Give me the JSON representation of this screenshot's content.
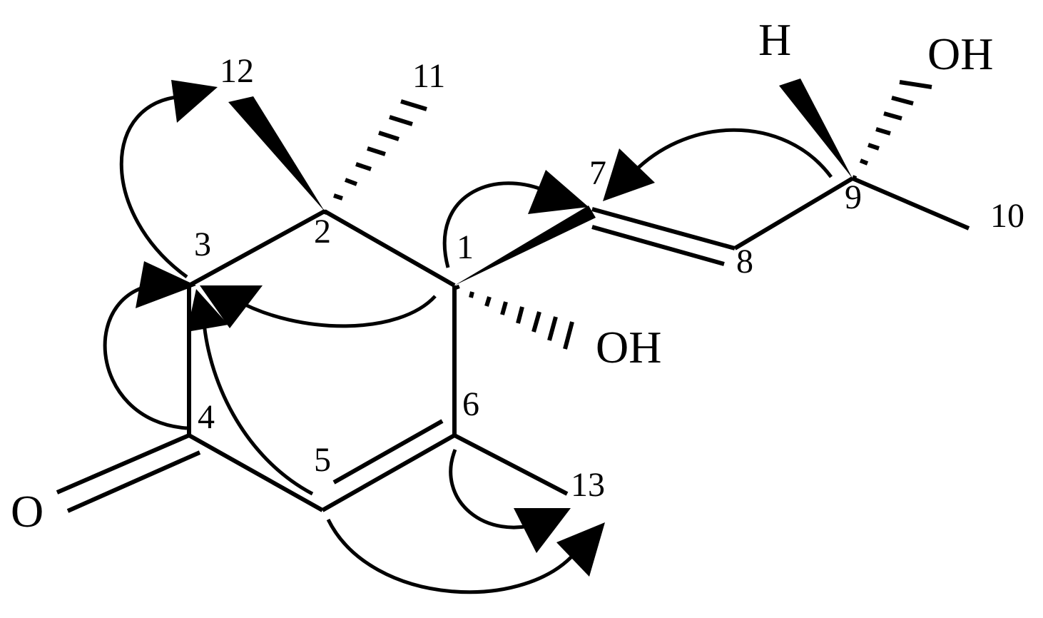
{
  "molecule": {
    "labels": {
      "c1": "1",
      "c2": "2",
      "c3": "3",
      "c4": "4",
      "c5": "5",
      "c6": "6",
      "c7": "7",
      "c8": "8",
      "c9": "9",
      "c10": "10",
      "c11": "11",
      "c12": "12",
      "c13": "13"
    },
    "atoms": {
      "carbonyl_o": "O",
      "c1_oh": "OH",
      "c9_oh": "OH",
      "c9_h": "H"
    }
  },
  "correlations": [
    {
      "from": "H-3",
      "to": "C-12"
    },
    {
      "from": "H-4",
      "to": "C-3"
    },
    {
      "from": "H-5",
      "to": "C-3"
    },
    {
      "from": "H-1",
      "to": "C-3"
    },
    {
      "from": "H-1",
      "to": "C-7"
    },
    {
      "from": "H-9",
      "to": "C-7"
    },
    {
      "from": "H-6",
      "to": "C-13"
    },
    {
      "from": "H-5",
      "to": "C-13"
    }
  ]
}
